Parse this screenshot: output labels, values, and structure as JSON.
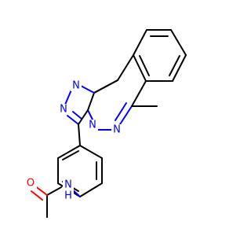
{
  "molecule": {
    "colors": {
      "carbon_bond": "#000000",
      "nitrogen": "#0000ff",
      "oxygen": "#ff0000",
      "background": "#ffffff"
    },
    "atom_labels": {
      "n_triazole_top": "N",
      "n_triazole_left": "N",
      "n_bridge": "N",
      "n_pyridazine": "N",
      "n_amide": "N",
      "h_amide": "H",
      "o_carbonyl": "O"
    }
  }
}
